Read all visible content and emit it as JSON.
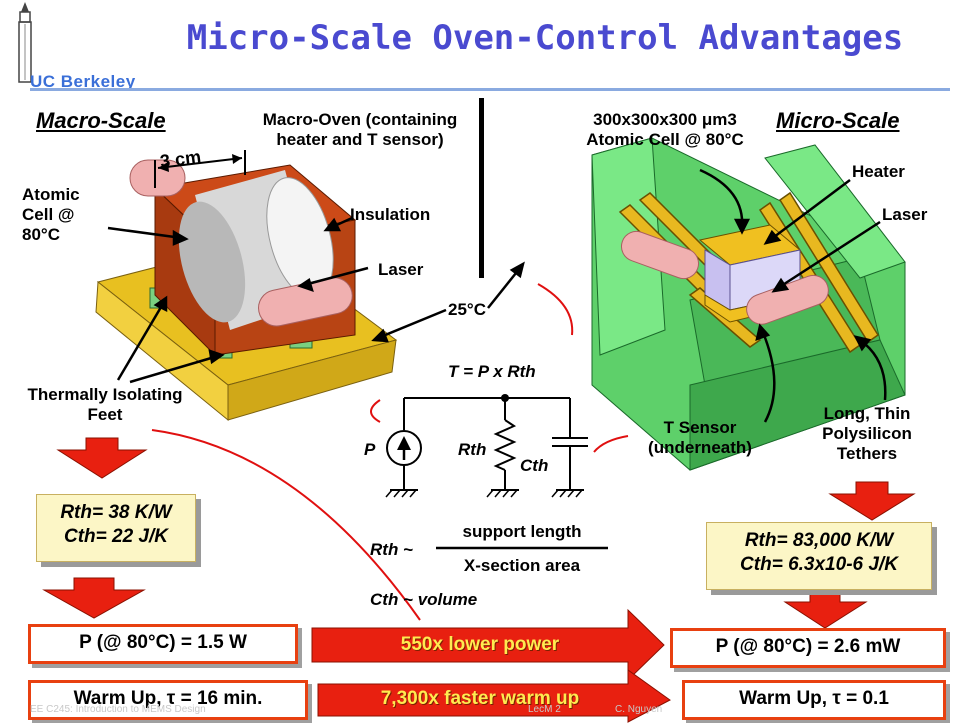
{
  "slide": {
    "title": "Micro-Scale Oven-Control Advantages",
    "logo_text": "UC Berkeley",
    "macro": {
      "heading": "Macro-Scale",
      "dimension": "3 cm",
      "oven_label": "Macro-Oven (containing heater and T sensor)",
      "cell_label": "Atomic Cell @ 80°C",
      "insulation": "Insulation",
      "laser": "Laser",
      "feet": "Thermally Isolating Feet",
      "rth": "Rth= 38 K/W",
      "cth": "Cth= 22 J/K",
      "power": "P (@ 80°C) = 1.5 W",
      "warmup": "Warm Up, τ = 16 min."
    },
    "micro": {
      "heading": "Micro-Scale",
      "cell_size": "300x300x300 μm3",
      "cell_label": "Atomic Cell @ 80°C",
      "heater": "Heater",
      "laser": "Laser",
      "sensor": "T Sensor (underneath)",
      "tethers": "Long, Thin Polysilicon Tethers",
      "rth": "Rth= 83,000 K/W",
      "cth": "Cth= 6.3x10-6 J/K",
      "power": "P (@ 80°C) = 2.6 mW",
      "warmup": "Warm Up, τ = 0.1"
    },
    "center": {
      "ambient": "25°C",
      "equation": "T = P x Rth",
      "source_label": "P",
      "resistor_label": "Rth",
      "capacitor_label": "Cth",
      "rth_prop": "Rth ~",
      "numerator": "support length",
      "denominator": "X-section area",
      "cth_prop": "Cth ~ volume"
    },
    "comparisons": {
      "power": "550x lower power",
      "warmup": "7,300x faster warm up"
    },
    "footer": {
      "left": "EE C245: Introduction to MEMS Design",
      "middle": "LecM 2",
      "right": "C. Nguyen"
    }
  },
  "colors": {
    "title": "#4a4ad0",
    "arrow": "#e82010",
    "box_fill": "#fcf6c6",
    "oven": "#b83a10",
    "platform": "#e8c020",
    "micro_green": "#6ee07a",
    "tether": "#e8b820"
  }
}
